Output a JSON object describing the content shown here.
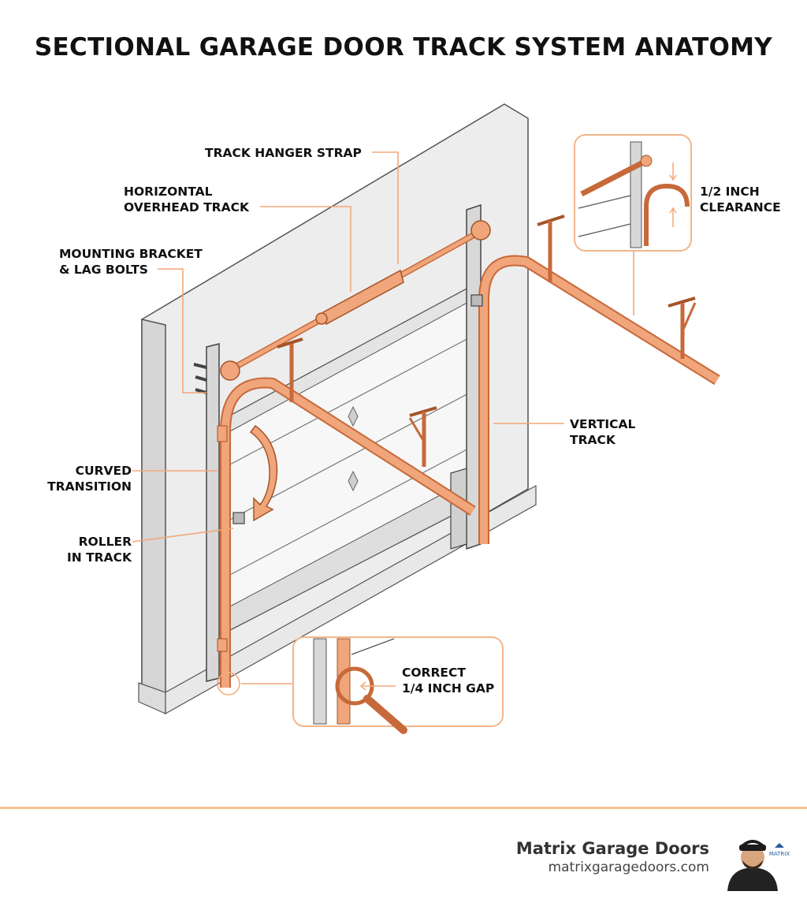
{
  "title": "SECTIONAL GARAGE DOOR TRACK SYSTEM ANATOMY",
  "labels": {
    "track_hanger_strap": "TRACK HANGER STRAP",
    "horizontal_track_1": "HORIZONTAL",
    "horizontal_track_2": "OVERHEAD TRACK",
    "mounting_bracket_1": "MOUNTING BRACKET",
    "mounting_bracket_2": "& LAG BOLTS",
    "curved_transition_1": "CURVED",
    "curved_transition_2": "TRANSITION",
    "roller_1": "ROLLER",
    "roller_2": "IN TRACK",
    "vertical_track_1": "VERTICAL",
    "vertical_track_2": "TRACK",
    "clearance_1": "1/2 INCH",
    "clearance_2": "CLEARANCE",
    "gap_1": "CORRECT",
    "gap_2": "1/4 INCH GAP"
  },
  "footer": {
    "brand_name": "Matrix Garage Doors",
    "brand_url": "matrixgaragedoors.com",
    "avatar_logo_text": "MATRIX"
  },
  "colors": {
    "track": "#f0a57a",
    "track_stroke": "#c7693a",
    "wall": "#eeeeee",
    "leader": "#f2a878",
    "footer_line": "#f7c08e"
  }
}
